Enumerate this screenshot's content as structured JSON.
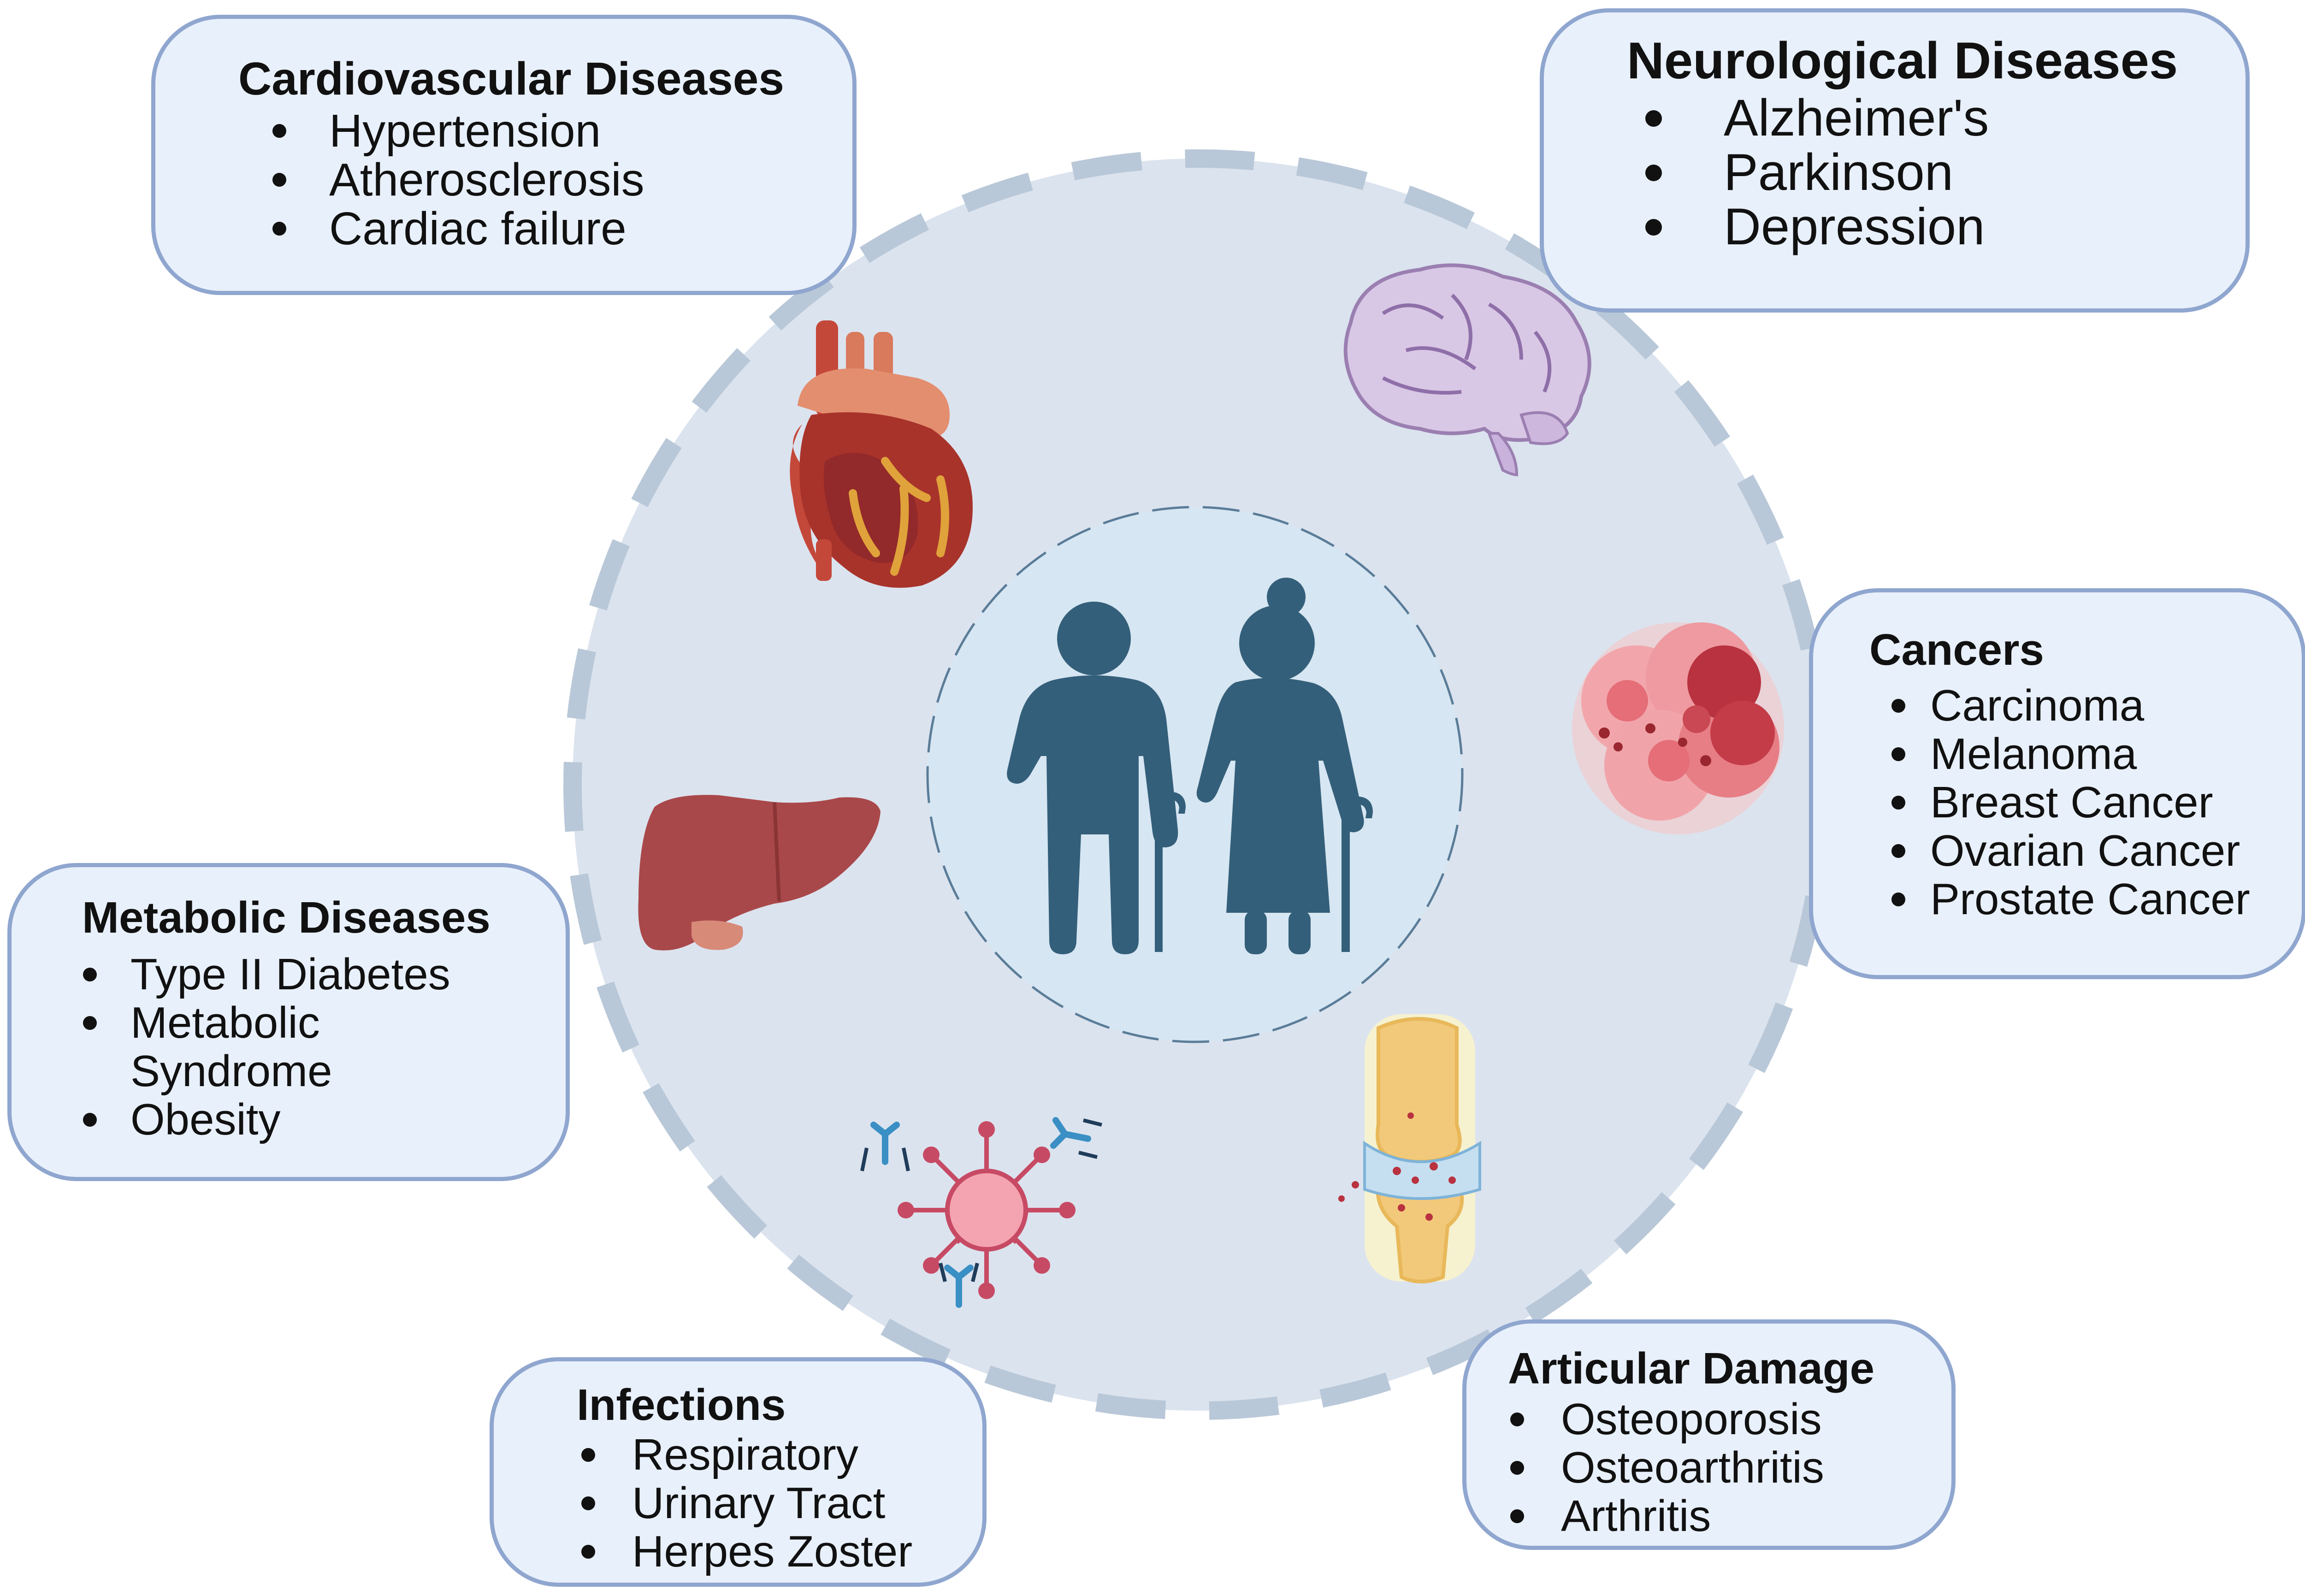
{
  "colors": {
    "outer_circle_fill": "#dbe3ee",
    "outer_circle_dash": "#b9c8d8",
    "inner_circle_fill": "#d6e6f2",
    "inner_circle_dash": "#5a7c98",
    "people": "#345f7a",
    "box_fill": "#e8f0fb",
    "box_border": "#8fa6cf"
  },
  "icons": {
    "center": "elderly-couple-icon",
    "cardio": "heart-icon",
    "neuro": "brain-icon",
    "cancer": "tumor-cells-icon",
    "metabolic": "liver-icon",
    "infection": "virus-antibody-icon",
    "articular": "knee-joint-icon"
  },
  "categories": {
    "cardio": {
      "title": "Cardiovascular Diseases",
      "items": [
        "Hypertension",
        "Atherosclerosis",
        "Cardiac failure"
      ]
    },
    "neuro": {
      "title": "Neurological Diseases",
      "items": [
        "Alzheimer's",
        "Parkinson",
        "Depression"
      ]
    },
    "cancer": {
      "title": "Cancers",
      "items": [
        "Carcinoma",
        "Melanoma",
        "Breast Cancer",
        "Ovarian Cancer",
        "Prostate Cancer"
      ]
    },
    "metabolic": {
      "title": "Metabolic Diseases",
      "items": [
        "Type II Diabetes",
        "Metabolic",
        "Syndrome",
        "Obesity"
      ]
    },
    "infection": {
      "title": "Infections",
      "items": [
        "Respiratory",
        "Urinary Tract",
        "Herpes Zoster"
      ]
    },
    "articular": {
      "title": "Articular Damage",
      "items": [
        "Osteoporosis",
        "Osteoarthritis",
        "Arthritis"
      ]
    }
  }
}
